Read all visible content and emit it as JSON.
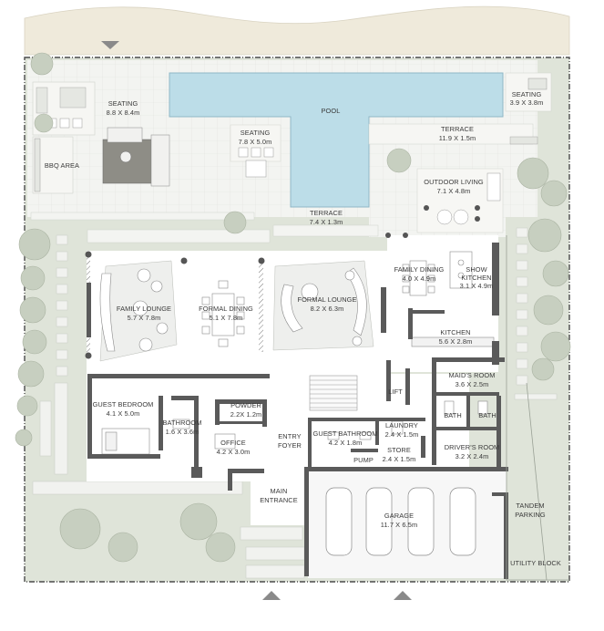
{
  "rooms": {
    "seating_west": {
      "name": "SEATING",
      "dim": "8.8 X 8.4m"
    },
    "pool": {
      "name": "POOL"
    },
    "seating_mid": {
      "name": "SEATING",
      "dim": "7.8 X 5.0m"
    },
    "seating_east": {
      "name": "SEATING",
      "dim": "3.9 X 3.8m"
    },
    "terrace_east": {
      "name": "TERRACE",
      "dim": "11.9 X 1.5m"
    },
    "bbq": {
      "name": "BBQ AREA"
    },
    "outdoor_living": {
      "name": "OUTDOOR LIVING",
      "dim": "7.1 X 4.8m"
    },
    "terrace_mid": {
      "name": "TERRACE",
      "dim": "7.4 X 1.3m"
    },
    "family_dining": {
      "name": "FAMILY DINING",
      "dim": "4.0 X 4.9m"
    },
    "show_kitchen": {
      "name_1": "SHOW",
      "name_2": "KITCHEN",
      "dim": "3.1 X 4.9m"
    },
    "family_lounge": {
      "name": "FAMILY LOUNGE",
      "dim": "5.7 X 7.8m"
    },
    "formal_dining": {
      "name": "FORMAL DINING",
      "dim": "5.1 X 7.8m"
    },
    "formal_lounge": {
      "name": "FORMAL LOUNGE",
      "dim": "8.2 X 6.3m"
    },
    "kitchen": {
      "name": "KITCHEN",
      "dim": "5.6 X 2.8m"
    },
    "maids_room": {
      "name": "MAID'S ROOM",
      "dim": "3.6 X 2.5m"
    },
    "lift": {
      "name": "LIFT"
    },
    "guest_bedroom": {
      "name": "GUEST BEDROOM",
      "dim": "4.1 X 5.0m"
    },
    "powder": {
      "name": "POWDER",
      "dim": "2.2X 1.2m"
    },
    "bathroom": {
      "name": "BATHROOM",
      "dim": "1.6 X 3.6m"
    },
    "office": {
      "name": "OFFICE",
      "dim": "4.2 X 3.0m"
    },
    "entry_foyer": {
      "name_1": "ENTRY",
      "name_2": "FOYER"
    },
    "guest_bathroom": {
      "name": "GUEST BATHROOM",
      "dim": "4.2 X 1.8m"
    },
    "laundry": {
      "name": "LAUNDRY",
      "dim": "2.4 X 1.5m"
    },
    "bath_1": {
      "name": "BATH"
    },
    "bath_2": {
      "name": "BATH"
    },
    "store": {
      "name": "STORE",
      "dim": "2.4 X 1.5m"
    },
    "drivers_room": {
      "name": "DRIVER'S ROOM",
      "dim": "3.2 X 2.4m"
    },
    "pump": {
      "name": "PUMP"
    },
    "main_entrance": {
      "name_1": "MAIN",
      "name_2": "ENTRANCE"
    },
    "garage": {
      "name": "GARAGE",
      "dim": "11.7 X 6.5m"
    },
    "tandem_parking": {
      "name_1": "TANDEM",
      "name_2": "PARKING"
    },
    "utility_block": {
      "name": "UTILITY BLOCK"
    }
  },
  "colors": {
    "beach": "#efeadb",
    "landscape": "#dfe4d9",
    "pool": "#bcdde8",
    "paving": "#f1f2ef",
    "interior": "#ffffff",
    "wall": "#5a5a5a",
    "tree": "#c7cfc0"
  }
}
